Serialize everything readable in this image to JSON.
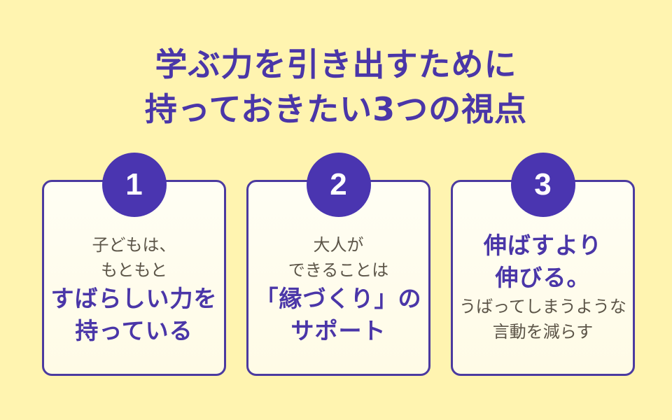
{
  "title": {
    "line1": "学ぶ力を引き出すために",
    "line2": "持っておきたい3つの視点"
  },
  "colors": {
    "background": "#fff4b0",
    "accent": "#4a36a8",
    "card_bg": "#fffdf0",
    "body_text": "#5c5548"
  },
  "cards": [
    {
      "number": "1",
      "sub_lines": [
        "子どもは、",
        "もともと"
      ],
      "main_lines": [
        "すばらしい力を",
        "持っている"
      ]
    },
    {
      "number": "2",
      "sub_lines": [
        "大人が",
        "できることは"
      ],
      "main_lines": [
        "「縁づくり」の",
        "サポート"
      ]
    },
    {
      "number": "3",
      "main_lines": [
        "伸ばすより",
        "伸びる。"
      ],
      "sub_lines": [
        "うばってしまうような",
        "言動を減らす"
      ]
    }
  ]
}
